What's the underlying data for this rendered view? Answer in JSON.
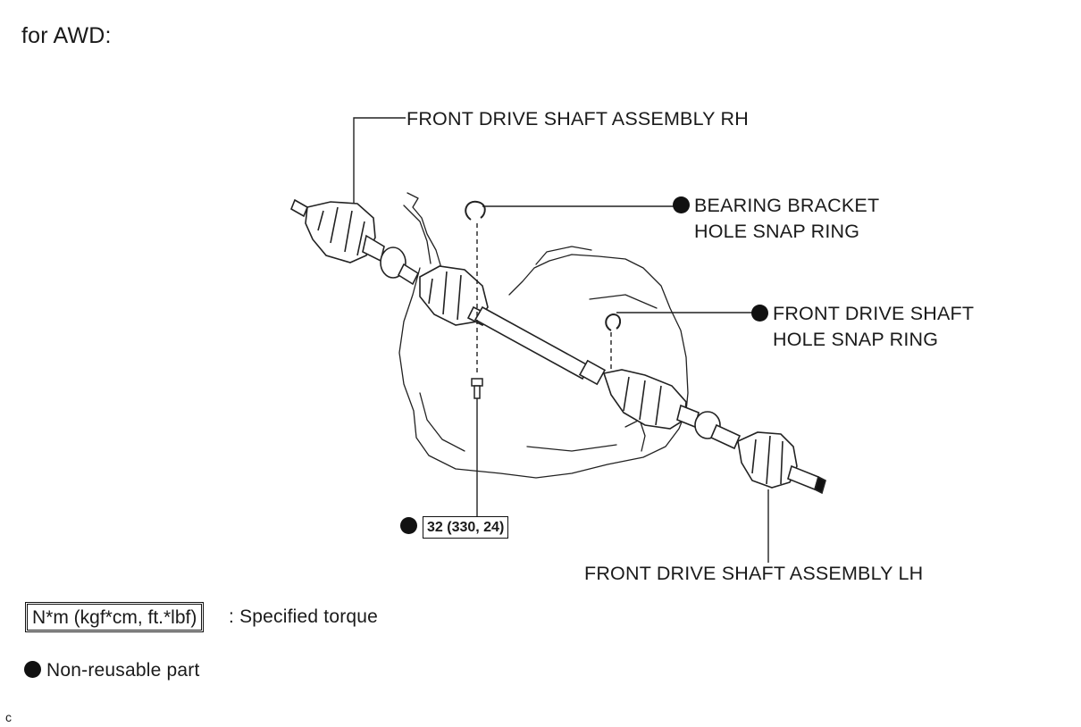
{
  "heading": "for AWD:",
  "callouts": {
    "rh_assembly": "FRONT DRIVE SHAFT ASSEMBLY RH",
    "bearing_ring_line1": "BEARING BRACKET",
    "bearing_ring_line2": "HOLE SNAP RING",
    "shaft_ring_line1": "FRONT DRIVE SHAFT",
    "shaft_ring_line2": "HOLE SNAP RING",
    "lh_assembly": "FRONT DRIVE SHAFT ASSEMBLY LH",
    "torque_value": "32 (330, 24)"
  },
  "legend": {
    "torque_unit": "N*m (kgf*cm, ft.*lbf)",
    "torque_desc": ": Specified torque",
    "nonreusable": "Non-reusable part"
  },
  "corner_mark": "c"
}
